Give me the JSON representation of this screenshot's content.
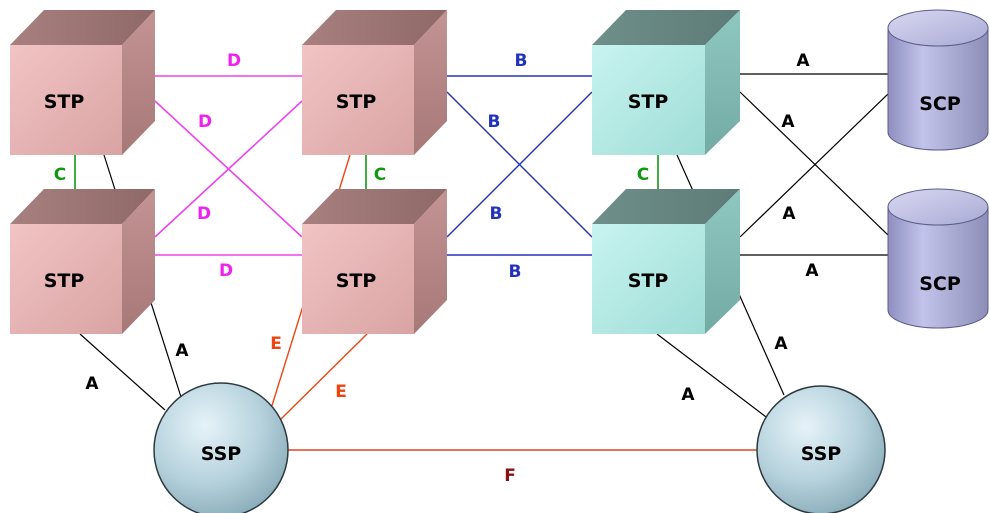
{
  "nodes": [
    {
      "id": "stp1",
      "type": "STP",
      "label": "STP",
      "color": "pink"
    },
    {
      "id": "stp2",
      "type": "STP",
      "label": "STP",
      "color": "pink"
    },
    {
      "id": "stp3",
      "type": "STP",
      "label": "STP",
      "color": "pink"
    },
    {
      "id": "stp4",
      "type": "STP",
      "label": "STP",
      "color": "pink"
    },
    {
      "id": "stp5",
      "type": "STP",
      "label": "STP",
      "color": "cyan"
    },
    {
      "id": "stp6",
      "type": "STP",
      "label": "STP",
      "color": "cyan"
    },
    {
      "id": "scp1",
      "type": "SCP",
      "label": "SCP"
    },
    {
      "id": "scp2",
      "type": "SCP",
      "label": "SCP"
    },
    {
      "id": "ssp1",
      "type": "SSP",
      "label": "SSP"
    },
    {
      "id": "ssp2",
      "type": "SSP",
      "label": "SSP"
    }
  ],
  "link_types": {
    "A": {
      "label": "A",
      "color": "#000000",
      "label_color": "#000000"
    },
    "B": {
      "label": "B",
      "color": "#2233bb",
      "label_color": "#2233bb"
    },
    "C": {
      "label": "C",
      "color": "#119911",
      "label_color": "#119911"
    },
    "D": {
      "label": "D",
      "color": "#ee44ee",
      "label_color": "#ee22ee"
    },
    "E": {
      "label": "E",
      "color": "#ee4411",
      "label_color": "#ee4411"
    },
    "F": {
      "label": "F",
      "color": "#dd4422",
      "label_color": "#881111"
    }
  },
  "links": [
    {
      "id": "d-top",
      "type": "D",
      "from": "stp1",
      "to": "stp2"
    },
    {
      "id": "d-cross1",
      "type": "D",
      "from": "stp1",
      "to": "stp4"
    },
    {
      "id": "d-cross2",
      "type": "D",
      "from": "stp3",
      "to": "stp2"
    },
    {
      "id": "d-bottom",
      "type": "D",
      "from": "stp3",
      "to": "stp4"
    },
    {
      "id": "b-top",
      "type": "B",
      "from": "stp2",
      "to": "stp5"
    },
    {
      "id": "b-cross1",
      "type": "B",
      "from": "stp2",
      "to": "stp6"
    },
    {
      "id": "b-cross2",
      "type": "B",
      "from": "stp4",
      "to": "stp5"
    },
    {
      "id": "b-bottom",
      "type": "B",
      "from": "stp4",
      "to": "stp6"
    },
    {
      "id": "c-left",
      "type": "C",
      "from": "stp1",
      "to": "stp3"
    },
    {
      "id": "c-mid",
      "type": "C",
      "from": "stp2",
      "to": "stp4"
    },
    {
      "id": "c-right",
      "type": "C",
      "from": "stp5",
      "to": "stp6"
    },
    {
      "id": "a-stp5-scp1",
      "type": "A",
      "from": "stp5",
      "to": "scp1"
    },
    {
      "id": "a-stp5-scp2",
      "type": "A",
      "from": "stp5",
      "to": "scp2"
    },
    {
      "id": "a-stp6-scp1",
      "type": "A",
      "from": "stp6",
      "to": "scp1"
    },
    {
      "id": "a-stp6-scp2",
      "type": "A",
      "from": "stp6",
      "to": "scp2"
    },
    {
      "id": "a-stp1-ssp1",
      "type": "A",
      "from": "stp1",
      "to": "ssp1"
    },
    {
      "id": "a-stp3-ssp1",
      "type": "A",
      "from": "stp3",
      "to": "ssp1"
    },
    {
      "id": "a-stp5-ssp2",
      "type": "A",
      "from": "stp5",
      "to": "ssp2"
    },
    {
      "id": "a-stp6-ssp2",
      "type": "A",
      "from": "stp6",
      "to": "ssp2"
    },
    {
      "id": "e-stp2-ssp1",
      "type": "E",
      "from": "stp2",
      "to": "ssp1"
    },
    {
      "id": "e-stp4-ssp1",
      "type": "E",
      "from": "stp4",
      "to": "ssp1"
    },
    {
      "id": "f-ssp1-ssp2",
      "type": "F",
      "from": "ssp1",
      "to": "ssp2"
    }
  ]
}
